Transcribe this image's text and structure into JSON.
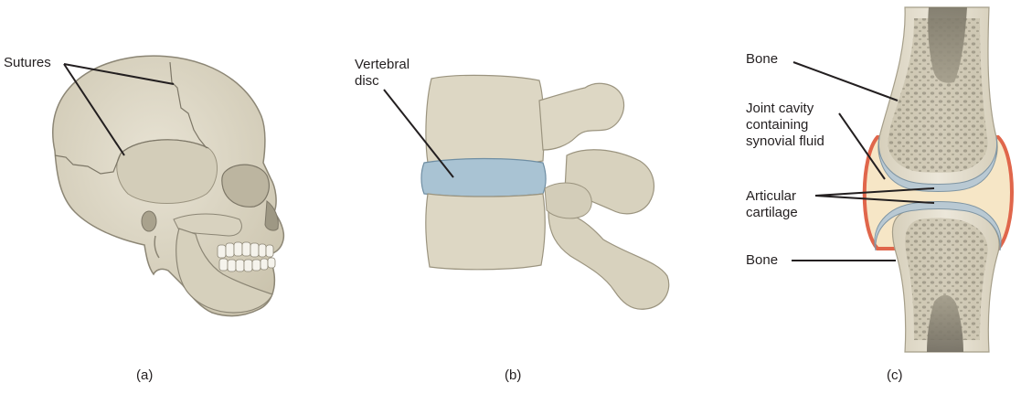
{
  "panels": {
    "a": {
      "caption": "(a)",
      "labels": {
        "sutures": "Sutures"
      }
    },
    "b": {
      "caption": "(b)",
      "labels": {
        "vertebral_disc_line1": "Vertebral",
        "vertebral_disc_line2": "disc"
      }
    },
    "c": {
      "caption": "(c)",
      "labels": {
        "bone_top": "Bone",
        "joint_cavity_line1": "Joint cavity",
        "joint_cavity_line2": "containing",
        "joint_cavity_line3": "synovial fluid",
        "articular_line1": "Articular",
        "articular_line2": "cartilage",
        "bone_bottom": "Bone"
      }
    }
  },
  "colors": {
    "bone": "#dcd6c4",
    "bone_outline": "#8c8675",
    "disc": "#a9c3d3",
    "synovial_fluid": "#f6e6c6",
    "capsule": "#e0664b",
    "cartilage": "#b9c9d3",
    "marrow": "#6f6a5e",
    "leader": "#231f20"
  }
}
